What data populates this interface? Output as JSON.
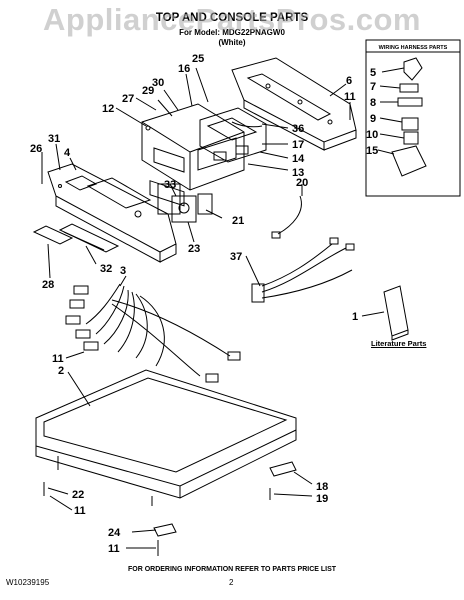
{
  "watermark": "AppliancePartsPros.com",
  "header": {
    "title": "TOP AND CONSOLE PARTS",
    "model_line": "For Model: MDG22PNAGW0",
    "color_line": "(White)"
  },
  "harness_box": {
    "title": "WIRING HARNESS PARTS"
  },
  "literature_label": "Literature Parts",
  "callouts": {
    "c25": "25",
    "c16": "16",
    "c30": "30",
    "c29": "29",
    "c27": "27",
    "c12": "12",
    "c6": "6",
    "c11a": "11",
    "c36": "36",
    "c17": "17",
    "c14": "14",
    "c13": "13",
    "c31": "31",
    "c4": "4",
    "c26": "26",
    "c33": "33",
    "c20": "20",
    "c21": "21",
    "c23": "23",
    "c28": "28",
    "c32": "32",
    "c3": "3",
    "c37": "37",
    "c1": "1",
    "c11b": "11",
    "c2": "2",
    "c18": "18",
    "c19": "19",
    "c22": "22",
    "c11c": "11",
    "c24": "24",
    "c11d": "11",
    "c5": "5",
    "c7": "7",
    "c8": "8",
    "c9": "9",
    "c10": "10",
    "c15": "15"
  },
  "footer": {
    "doc_number": "W10239195",
    "page": "2",
    "order_note": "FOR ORDERING INFORMATION REFER TO PARTS PRICE LIST"
  }
}
